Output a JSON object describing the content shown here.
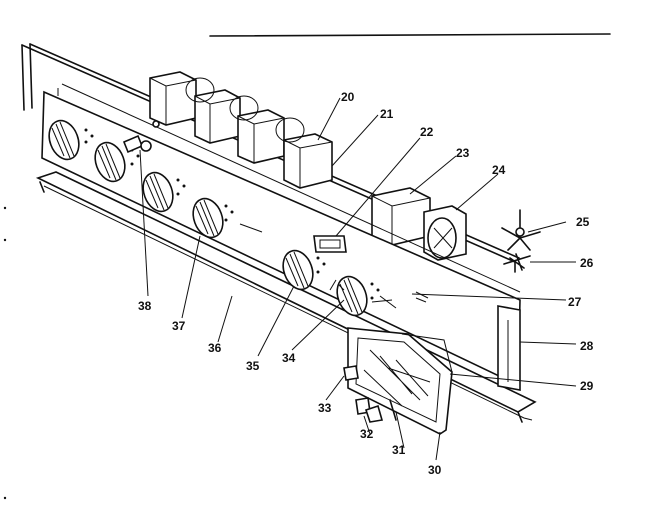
{
  "diagram": {
    "callouts": [
      {
        "id": "20",
        "label": "20"
      },
      {
        "id": "21",
        "label": "21"
      },
      {
        "id": "22",
        "label": "22"
      },
      {
        "id": "23",
        "label": "23"
      },
      {
        "id": "24",
        "label": "24"
      },
      {
        "id": "25",
        "label": "25"
      },
      {
        "id": "26",
        "label": "26"
      },
      {
        "id": "27",
        "label": "27"
      },
      {
        "id": "28",
        "label": "28"
      },
      {
        "id": "29",
        "label": "29"
      },
      {
        "id": "30",
        "label": "30"
      },
      {
        "id": "31",
        "label": "31"
      },
      {
        "id": "32",
        "label": "32"
      },
      {
        "id": "33",
        "label": "33"
      },
      {
        "id": "34",
        "label": "34"
      },
      {
        "id": "35",
        "label": "35"
      },
      {
        "id": "36",
        "label": "36"
      },
      {
        "id": "37",
        "label": "37"
      },
      {
        "id": "38",
        "label": "38"
      }
    ]
  }
}
